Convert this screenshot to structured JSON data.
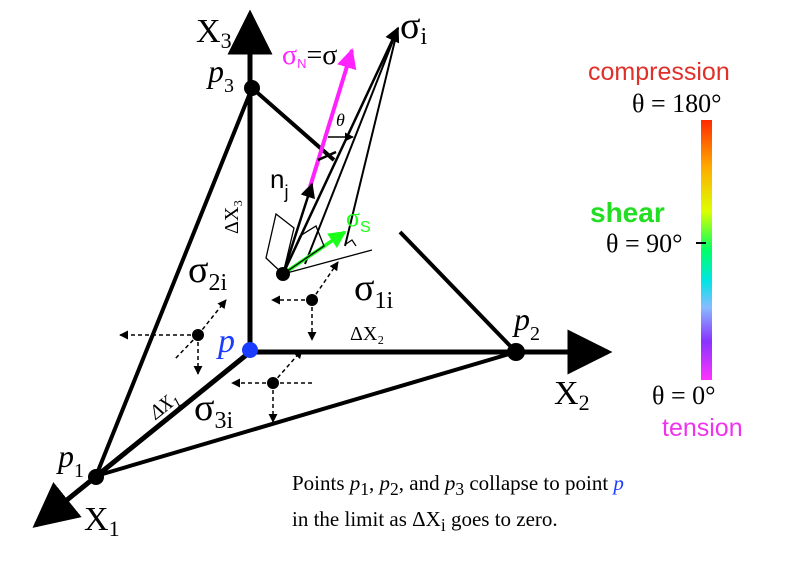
{
  "axes": {
    "x1": "X",
    "x1_sub": "1",
    "x2": "X",
    "x2_sub": "2",
    "x3": "X",
    "x3_sub": "3"
  },
  "points": {
    "p1": "p",
    "p1_sub": "1",
    "p2": "p",
    "p2_sub": "2",
    "p3": "p",
    "p3_sub": "3",
    "p": "p"
  },
  "deltas": {
    "dx1": "ΔX",
    "dx1_sub": "1",
    "dx2": "ΔX₂",
    "dx3": "ΔX₃"
  },
  "stresses": {
    "sigma_i": "σ",
    "sigma_i_sub": "i",
    "sigma_n": "σ",
    "sigma_n_sub": "N",
    "sigma_n_eq": "=σ",
    "sigma_s": "σ",
    "sigma_s_sub": "S",
    "theta": "θ",
    "n": "n",
    "n_sub": "j",
    "sigma_1i": "σ",
    "sigma_1i_sub": "1i",
    "sigma_2i": "σ",
    "sigma_2i_sub": "2i",
    "sigma_3i": "σ",
    "sigma_3i_sub": "3i"
  },
  "scale": {
    "compression": "compression",
    "theta_180": "θ = 180°",
    "shear": "shear",
    "theta_90": "θ = 90°",
    "theta_0": "θ = 0°",
    "tension": "tension"
  },
  "caption": {
    "line1_a": "Points ",
    "line1_p1": "p",
    "line1_p1_sub": "1",
    "line1_b": ", ",
    "line1_p2": "p",
    "line1_p2_sub": "2",
    "line1_c": ", and ",
    "line1_p3": "p",
    "line1_p3_sub": "3",
    "line1_d": " collapse to point ",
    "line1_p": "p",
    "line2_a": "in the limit as ",
    "line2_dx": "ΔX",
    "line2_dx_sub": "i",
    "line2_b": " goes to zero."
  },
  "colors": {
    "sigma_n": "#ff22ff",
    "sigma_s": "#1aff1a",
    "point_p": "#1a3cff",
    "compression": "#e0302a",
    "shear": "#22dd22",
    "tension": "#ee33ee"
  }
}
